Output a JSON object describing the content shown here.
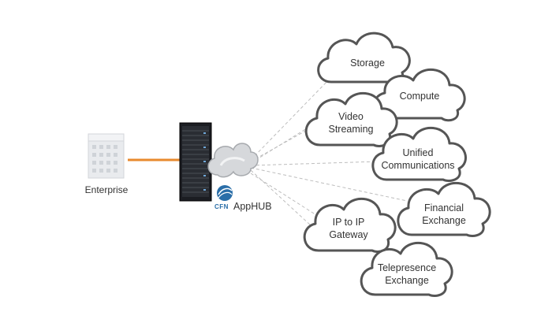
{
  "enterprise": {
    "label": "Enterprise"
  },
  "hub": {
    "brand_small": "CFN",
    "brand_name": "AppHUB"
  },
  "services": [
    {
      "name": "Storage"
    },
    {
      "name": "Compute"
    },
    {
      "name": "Video\nStreaming"
    },
    {
      "name": "Unified\nCommunications"
    },
    {
      "name": "Financial\nExchange"
    },
    {
      "name": "IP to IP\nGateway"
    },
    {
      "name": "Telepresence\nExchange"
    }
  ],
  "colors": {
    "link": "#e88a2e",
    "cloud_stroke": "#555555",
    "dashed": "#bdbdbd",
    "server": "#1b1d22"
  }
}
